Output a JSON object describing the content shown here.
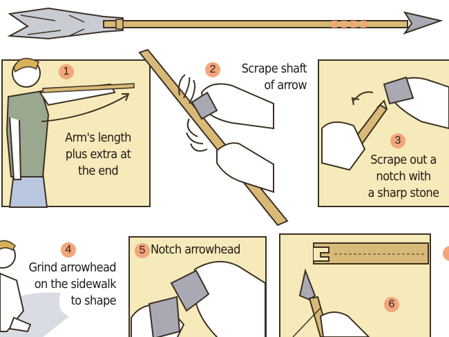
{
  "steps": [
    {
      "number": "1",
      "lines": [
        "Arm's length",
        "plus extra at",
        "the end"
      ]
    },
    {
      "number": "2",
      "lines": [
        "Scrape shaft",
        "of arrow"
      ]
    },
    {
      "number": "3",
      "lines": [
        "Scrape out a",
        "notch with",
        "a sharp stone"
      ]
    },
    {
      "number": "4",
      "lines": [
        "Grind arrowhead",
        "on the sidewalk",
        "to shape"
      ]
    },
    {
      "number": "5",
      "lines": [
        "Notch arrowhead"
      ]
    },
    {
      "number": "6",
      "lines": []
    }
  ],
  "colors": {
    "panel": "#f6eaba",
    "badge": "#f2a67c",
    "outline": "#3a2f22",
    "wood": "#d8b977",
    "stone": "#a9a9b4",
    "skin": "#ffffff",
    "shirt": "#9aa88f",
    "jeans": "#b9c6df"
  }
}
